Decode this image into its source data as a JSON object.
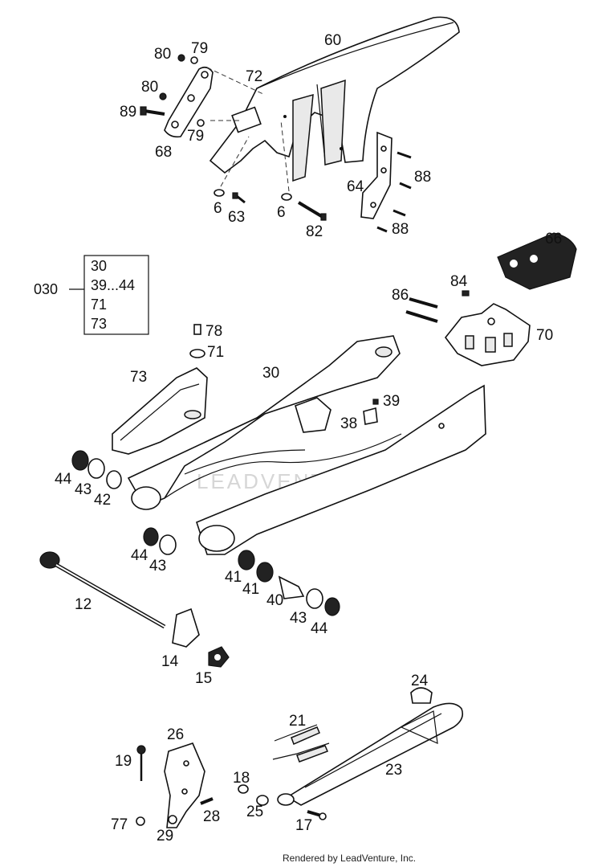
{
  "labels": {
    "l60": "60",
    "l79a": "79",
    "l80a": "80",
    "l72": "72",
    "l80b": "80",
    "l89": "89",
    "l79b": "79",
    "l68": "68",
    "l88a": "88",
    "l64": "64",
    "l6a": "6",
    "l63": "63",
    "l6b": "6",
    "l82": "82",
    "l88b": "88",
    "l66": "66",
    "l84": "84",
    "l86": "86",
    "l70": "70",
    "l78": "78",
    "l71": "71",
    "l30": "30",
    "l73": "73",
    "l39": "39",
    "l38": "38",
    "l44a": "44",
    "l43a": "43",
    "l42": "42",
    "l44b": "44",
    "l43b": "43",
    "l41a": "41",
    "l41b": "41",
    "l40": "40",
    "l43c": "43",
    "l44c": "44",
    "l12": "12",
    "l14": "14",
    "l15": "15",
    "l24": "24",
    "l21": "21",
    "l26": "26",
    "l23": "23",
    "l19": "19",
    "l18": "18",
    "l25": "25",
    "l28": "28",
    "l77": "77",
    "l29": "29",
    "l17": "17"
  },
  "kit": {
    "number": "030",
    "items": [
      "30",
      "39...44",
      "71",
      "73"
    ]
  },
  "watermark": "LEADVENTURE",
  "footer": "Rendered by LeadVenture, Inc."
}
